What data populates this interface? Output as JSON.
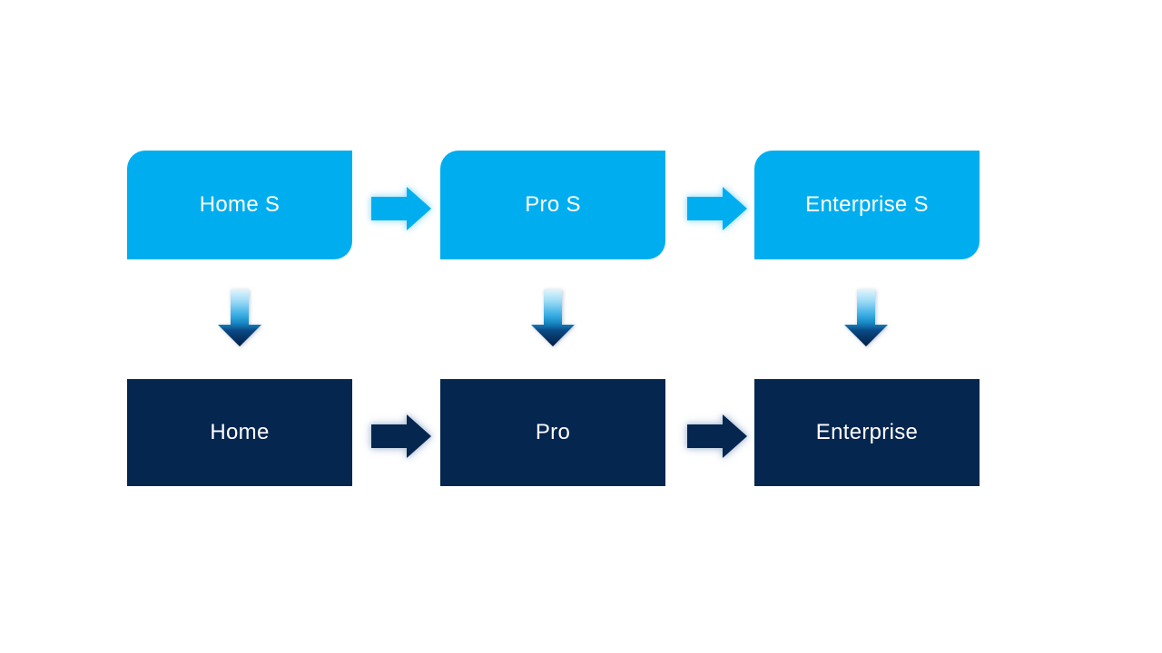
{
  "diagram": {
    "type": "process-flow",
    "rows": 2,
    "columns": [
      {
        "top_label": "Home S",
        "bottom_label": "Home"
      },
      {
        "top_label": "Pro S",
        "bottom_label": "Pro"
      },
      {
        "top_label": "Enterprise S",
        "bottom_label": "Enterprise"
      }
    ],
    "connectors": {
      "horizontal_top": "right-arrow",
      "horizontal_bottom": "right-arrow",
      "vertical": "down-arrow"
    }
  },
  "colors": {
    "canvas": "#ffffff",
    "top-box": "#00aeef",
    "bottom-box": "#04264f",
    "label-text": "#ffffff",
    "arrow-light": "#00aeef",
    "arrow-dark": "#04264f",
    "arrow-glow-light": "#aee4fa",
    "arrow-glow-dark": "#b8c6da",
    "v-arrow-top": "#e2f4fd",
    "v-arrow-light2": "#9fdcf6",
    "v-arrow-mid": "#3aade4",
    "v-arrow-mid2": "#1584c0",
    "v-arrow-deep": "#0a4a85",
    "v-arrow-tip": "#031e44"
  }
}
